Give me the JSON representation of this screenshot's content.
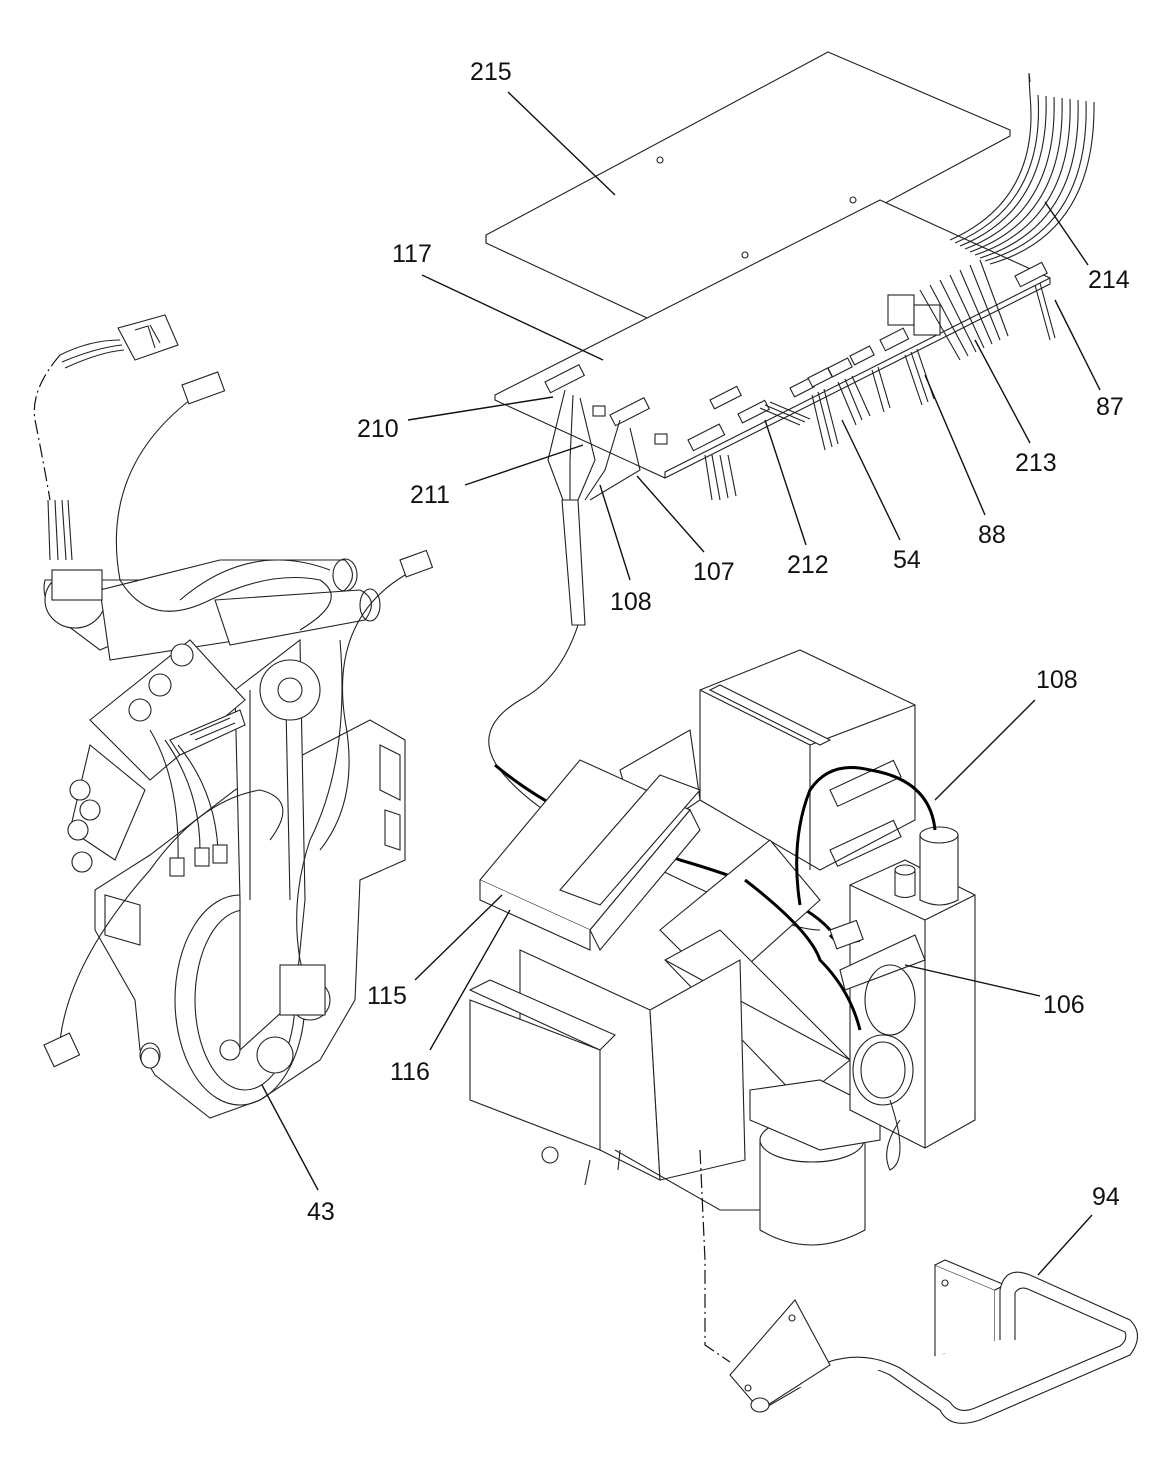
{
  "callouts": [
    "215",
    "117",
    "214",
    "87",
    "213",
    "210",
    "211",
    "107",
    "108",
    "212",
    "54",
    "88",
    "108",
    "106",
    "115",
    "116",
    "43",
    "94"
  ]
}
